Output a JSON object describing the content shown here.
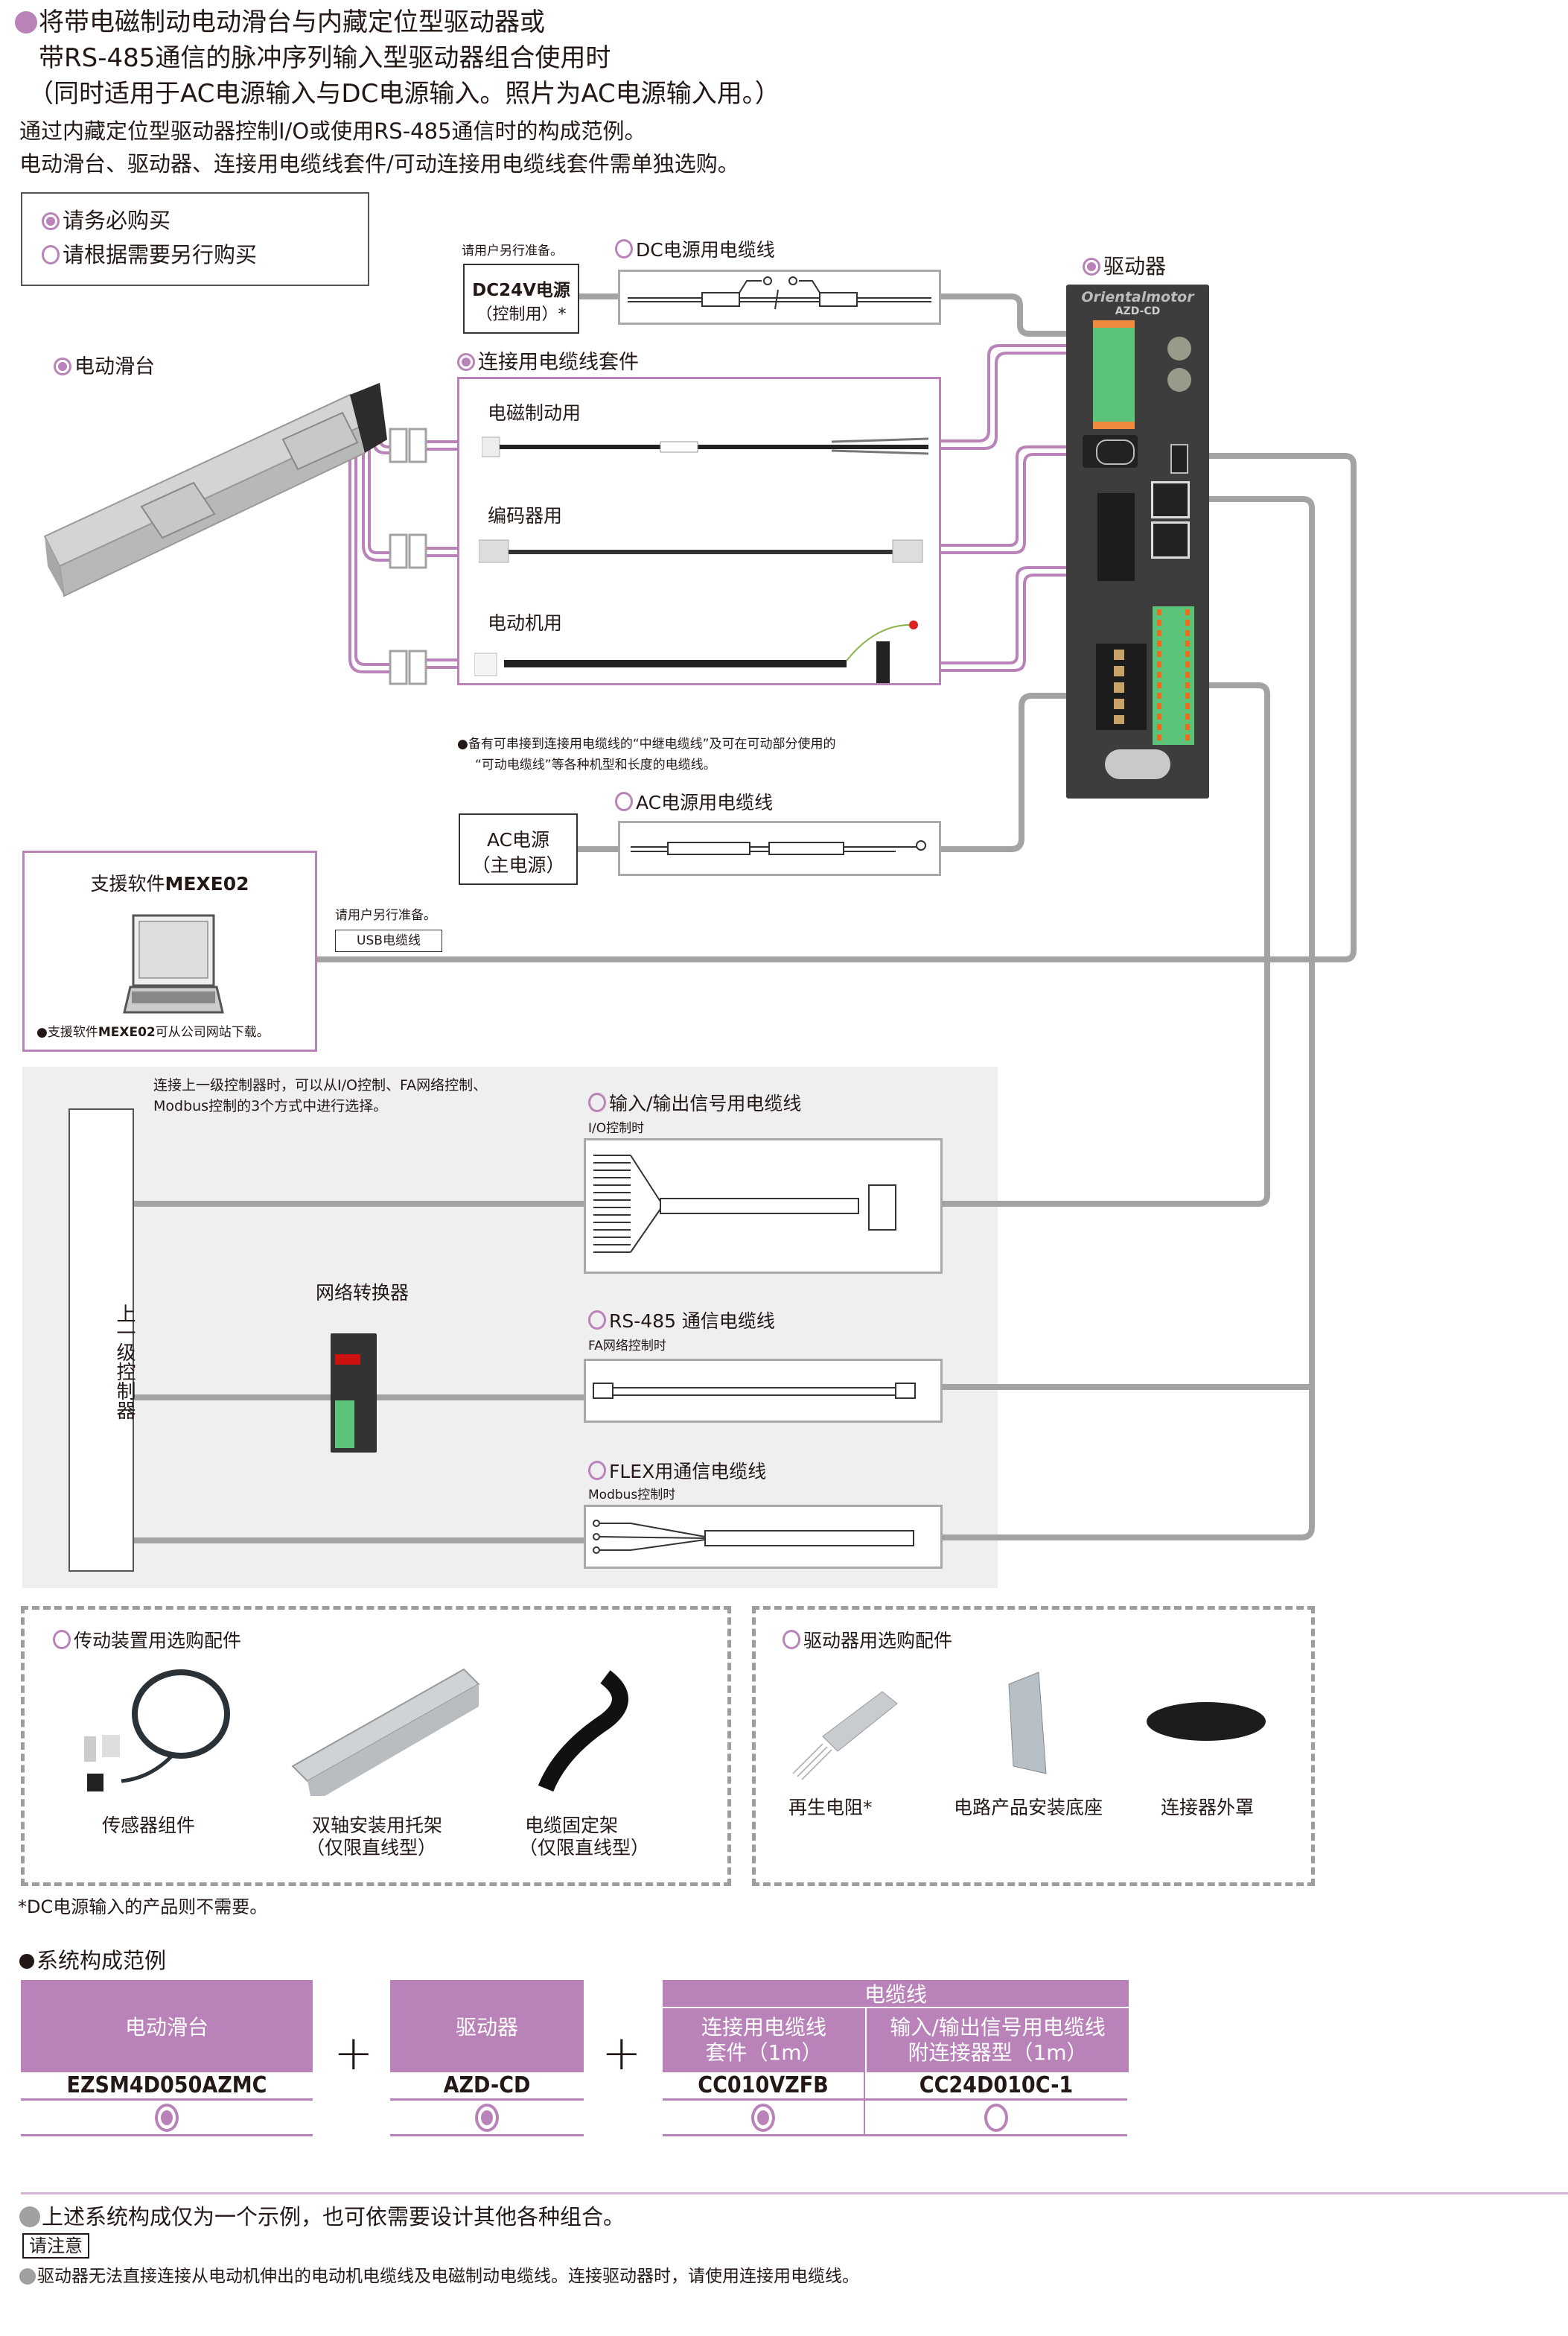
{
  "header": {
    "title_lines": [
      "将带电磁制动电动滑台与内藏定位型驱动器或",
      "带RS-485通信的脉冲序列输入型驱动器组合使用时",
      "（同时适用于AC电源输入与DC电源输入。照片为AC电源输入用。）"
    ],
    "desc_lines": [
      "通过内藏定位型驱动器控制I/O或使用RS-485通信时的构成范例。",
      "电动滑台、驱动器、连接用电缆线套件/可动连接用电缆线套件需单独选购。"
    ]
  },
  "legend": {
    "required": "请务必购买",
    "optional": "请根据需要另行购买"
  },
  "dc_supply": {
    "note": "请用户另行准备。",
    "box_line1": "DC24V电源",
    "box_line2": "（控制用）*",
    "cable_title": "DC电源用电缆线"
  },
  "driver": {
    "title": "驱动器",
    "brand": "Orientalmotor",
    "model": "AZD-CD"
  },
  "slider": {
    "title": "电动滑台"
  },
  "cable_kit": {
    "title": "连接用电缆线套件",
    "items": [
      "电磁制动用",
      "编码器用",
      "电动机用"
    ],
    "note_line1": "●备有可串接到连接用电缆线的“中继电缆线”及可在可动部分使用的",
    "note_line2": "“可动电缆线”等各种机型和长度的电缆线。"
  },
  "ac_supply": {
    "box_line1": "AC电源",
    "box_line2": "（主电源）",
    "cable_title": "AC电源用电缆线"
  },
  "software": {
    "title_prefix": "支援软件",
    "title_bold": "MEXE02",
    "note_prefix": "●支援软件",
    "note_bold": "MEXE02",
    "note_suffix": "可从公司网站下载。",
    "usb_note": "请用户另行准备。",
    "usb_label": "USB电缆线"
  },
  "controller_panel": {
    "intro_line1": "连接上一级控制器时，可以从I/O控制、FA网络控制、",
    "intro_line2": "Modbus控制的3个方式中进行选择。",
    "controller_label": "上一级控制器",
    "converter_label": "网络转换器",
    "cables": [
      {
        "title": "输入/输出信号用电缆线",
        "mode": "I/O控制时"
      },
      {
        "title": "RS-485 通信电缆线",
        "mode": "FA网络控制时"
      },
      {
        "title": "FLEX用通信电缆线",
        "mode": "Modbus控制时"
      }
    ]
  },
  "accessories": {
    "actuator": {
      "title": "传动装置用选购配件",
      "items": [
        {
          "line1": "传感器组件",
          "line2": ""
        },
        {
          "line1": "双轴安装用托架",
          "line2": "（仅限直线型）"
        },
        {
          "line1": "电缆固定架",
          "line2": "（仅限直线型）"
        }
      ]
    },
    "driver": {
      "title": "驱动器用选购配件",
      "items": [
        "再生电阻*",
        "电路产品安装底座",
        "连接器外罩"
      ]
    },
    "footnote": "*DC电源输入的产品则不需要。"
  },
  "system_example": {
    "title": "系统构成范例",
    "plus": "+",
    "slider": {
      "header": "电动滑台",
      "model": "EZSM4D050AZMC",
      "required": true
    },
    "driver": {
      "header": "驱动器",
      "model": "AZD-CD",
      "required": true
    },
    "cables": {
      "header": "电缆线",
      "items": [
        {
          "header_line1": "连接用电缆线",
          "header_line2": "套件（1m）",
          "model": "CC010VZFB",
          "required": true
        },
        {
          "header_line1": "输入/输出信号用电缆线",
          "header_line2": "附连接器型（1m）",
          "model": "CC24D010C-1",
          "required": false
        }
      ]
    }
  },
  "footer": {
    "note1": "上述系统构成仅为一个示例，也可依需要设计其他各种组合。",
    "caution_label": "请注意",
    "note2": "驱动器无法直接连接从电动机伸出的电动机电缆线及电磁制动电缆线。连接驱动器时，请使用连接用电缆线。"
  },
  "colors": {
    "accent": "#b983b9",
    "line_grey": "#a0a0a0",
    "panel_grey": "#efefef"
  }
}
